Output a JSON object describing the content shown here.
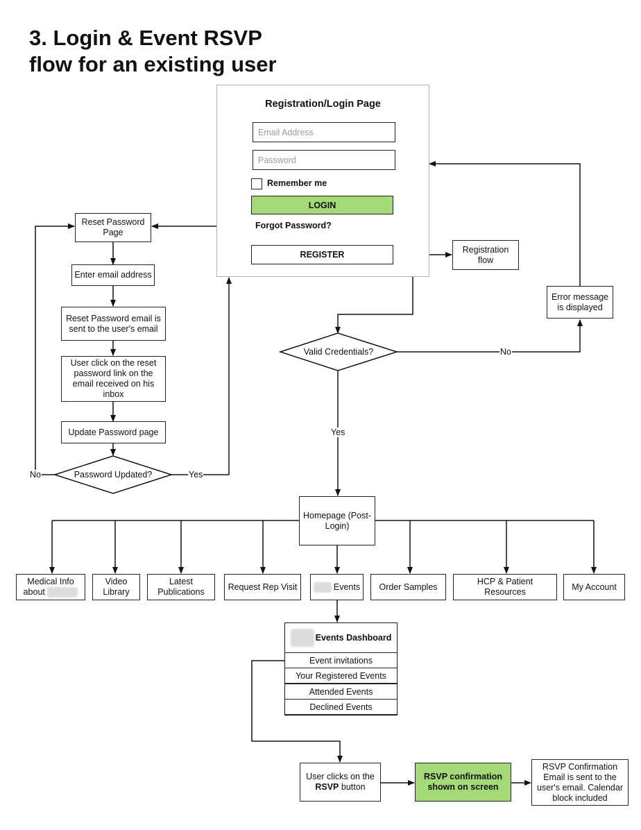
{
  "title": {
    "line1": "3. Login & Event RSVP",
    "line2": "flow for an existing user"
  },
  "login_page": {
    "heading": "Registration/Login Page",
    "email_placeholder": "Email Address",
    "password_placeholder": "Password",
    "remember_me": "Remember me",
    "login_button": "LOGIN",
    "forgot_password": "Forgot Password?",
    "register_button": "REGISTER"
  },
  "nodes": {
    "registration_flow": "Registration flow",
    "error_message": "Error message is displayed",
    "valid_credentials": "Valid Credentials?",
    "reset_password_page": "Reset Password Page",
    "enter_email": "Enter email address",
    "reset_email_sent": "Reset Password email is sent to the user's email",
    "user_click_reset": "User click on the reset password link on the email received on his inbox",
    "update_password": "Update Password page",
    "password_updated": "Password Updated?",
    "homepage": "Homepage (Post-Login)"
  },
  "edge_labels": {
    "no_credentials": "No",
    "yes_credentials": "Yes",
    "no_password": "No",
    "yes_password": "Yes"
  },
  "menu": {
    "medical_info_line1": "Medical Info",
    "medical_info_line2": "about",
    "video_library": "Video Library",
    "latest_publications": "Latest Publications",
    "request_rep_visit": "Request Rep Visit",
    "events": "Events",
    "order_samples": "Order Samples",
    "hcp_resources": "HCP & Patient Resources",
    "my_account": "My Account"
  },
  "dashboard": {
    "title": "Events Dashboard",
    "rows": [
      "Event invitations",
      "Your Registered Events",
      "Attended Events",
      "Declined Events"
    ]
  },
  "rsvp": {
    "user_clicks_prefix": "User clicks on the",
    "user_clicks_bold": "RSVP",
    "user_clicks_suffix": "button",
    "confirmation_screen": "RSVP confirmation shown on screen",
    "confirmation_email": "RSVP Confirmation Email is sent to the user's email. Calendar block included"
  },
  "colors": {
    "highlight_green": "#a3d977",
    "line": "#111111"
  }
}
